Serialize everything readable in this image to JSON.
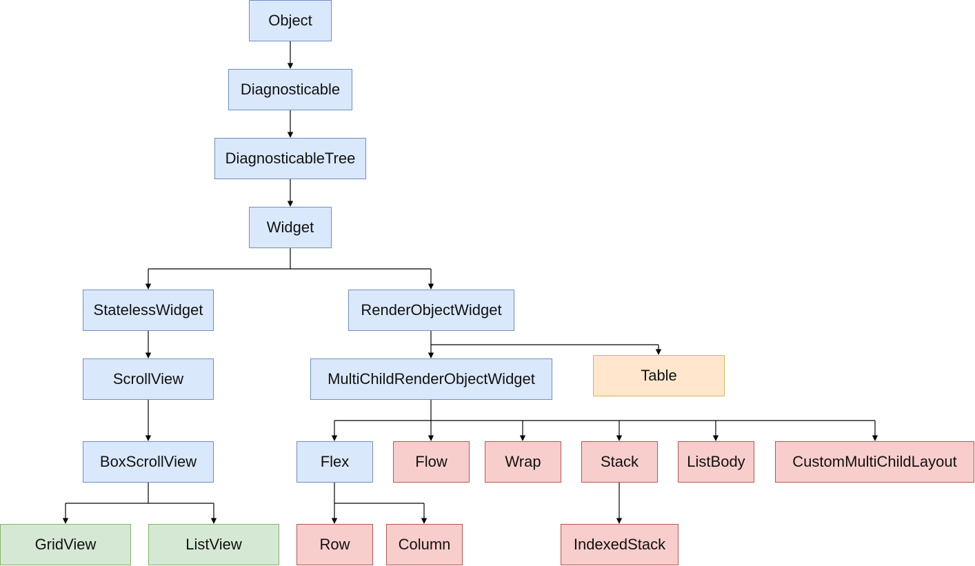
{
  "nodes": {
    "object": "Object",
    "diagnosticable": "Diagnosticable",
    "diagnosticable_tree": "DiagnosticableTree",
    "widget": "Widget",
    "stateless_widget": "StatelessWidget",
    "render_object_widget": "RenderObjectWidget",
    "scroll_view": "ScrollView",
    "multi_child_render_object_widget": "MultiChildRenderObjectWidget",
    "table": "Table",
    "box_scroll_view": "BoxScrollView",
    "flex": "Flex",
    "flow": "Flow",
    "wrap": "Wrap",
    "stack": "Stack",
    "list_body": "ListBody",
    "custom_multi_child_layout": "CustomMultiChildLayout",
    "grid_view": "GridView",
    "list_view": "ListView",
    "row": "Row",
    "column": "Column",
    "indexed_stack": "IndexedStack"
  },
  "colors": {
    "blue_fill": "#dae8fc",
    "blue_border": "#6c8ebf",
    "green_fill": "#d5e8d4",
    "green_border": "#82b366",
    "red_fill": "#f8cecc",
    "red_border": "#b85450",
    "orange_fill": "#ffe6cc",
    "orange_border": "#d6b656",
    "edge": "#000000"
  }
}
